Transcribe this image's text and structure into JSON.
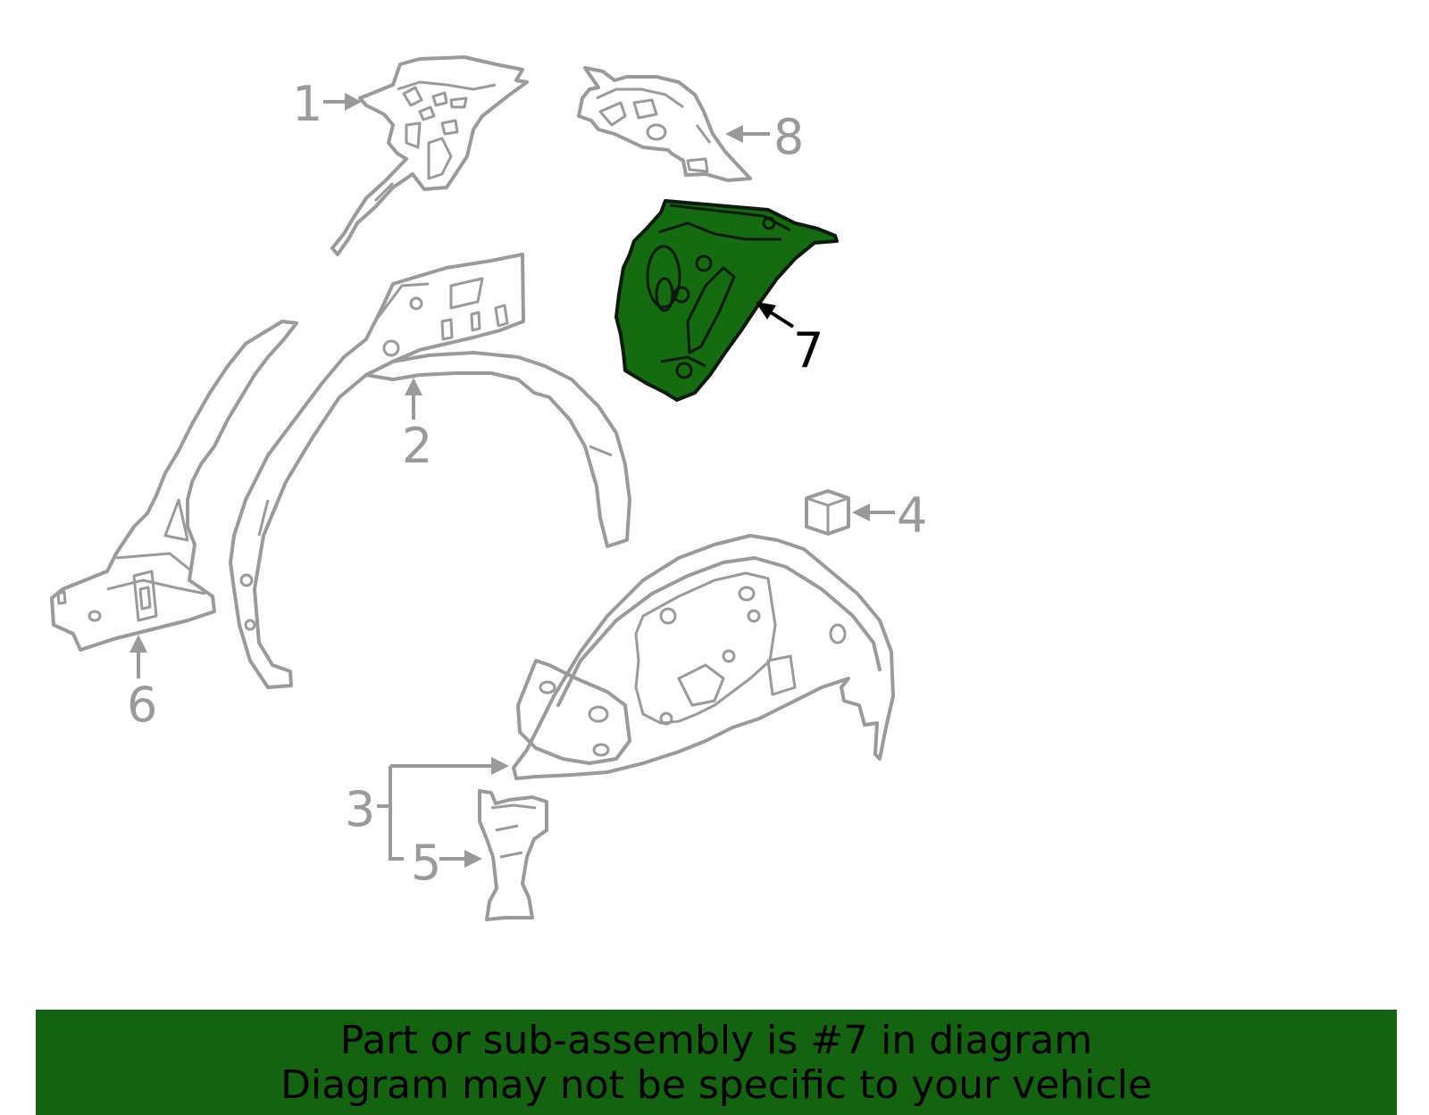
{
  "callouts": [
    "1",
    "2",
    "3",
    "4",
    "5",
    "6",
    "7",
    "8"
  ],
  "highlighted_part": "7",
  "colors": {
    "highlight": "#156b10",
    "banner": "#136310",
    "part_stroke": "#9a9a9a"
  },
  "banner": {
    "line1": "Part or sub-assembly is #7 in diagram",
    "line2": "Diagram may not be specific to your vehicle"
  }
}
